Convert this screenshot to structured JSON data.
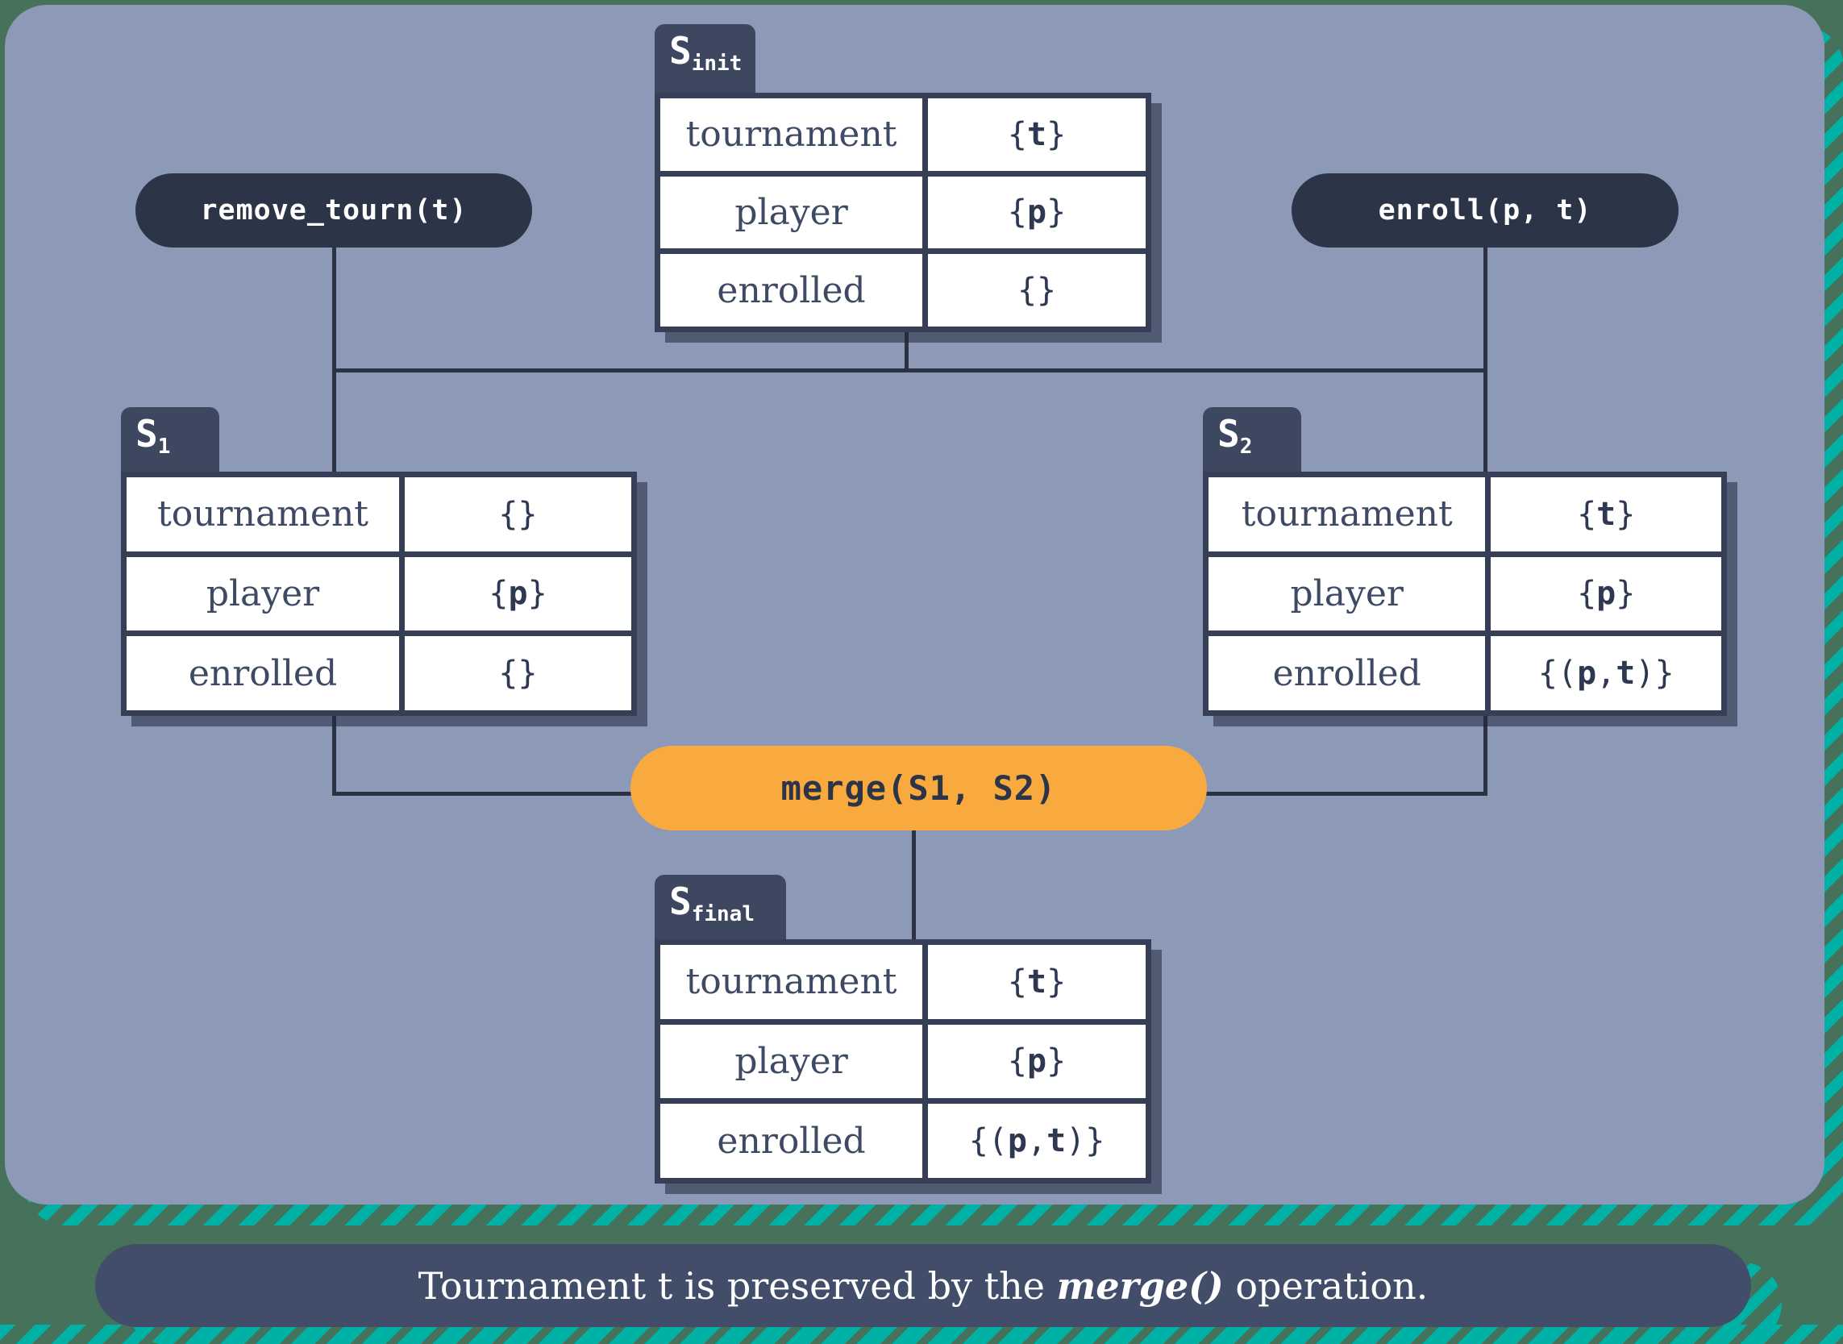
{
  "palette": {
    "background_green": "#46715a",
    "stripe_teal": "#00b2a6",
    "panel_blue": "#8c9ab8",
    "dark_slate": "#2c3447",
    "tab_slate": "#3d4760",
    "table_frame": "#363f56",
    "caption_slate": "#424e69",
    "accent_orange": "#f9aa3f",
    "cell_white": "#ffffff"
  },
  "operations": {
    "remove_tourn": "remove_tourn(t)",
    "enroll": "enroll(p, t)",
    "merge": "merge(S1, S2)"
  },
  "tables": {
    "s_init": {
      "label_main": "S",
      "label_sub": "init",
      "rows": [
        {
          "name": "tournament",
          "value": "{t}"
        },
        {
          "name": "player",
          "value": "{p}"
        },
        {
          "name": "enrolled",
          "value": "{}"
        }
      ]
    },
    "s1": {
      "label_main": "S",
      "label_sub": "1",
      "rows": [
        {
          "name": "tournament",
          "value": "{}"
        },
        {
          "name": "player",
          "value": "{p}"
        },
        {
          "name": "enrolled",
          "value": "{}"
        }
      ]
    },
    "s2": {
      "label_main": "S",
      "label_sub": "2",
      "rows": [
        {
          "name": "tournament",
          "value": "{t}"
        },
        {
          "name": "player",
          "value": "{p}"
        },
        {
          "name": "enrolled",
          "value": "{(p, t)}"
        }
      ]
    },
    "s_final": {
      "label_main": "S",
      "label_sub": "final",
      "rows": [
        {
          "name": "tournament",
          "value": "{t}"
        },
        {
          "name": "player",
          "value": "{p}"
        },
        {
          "name": "enrolled",
          "value": "{(p, t)}"
        }
      ]
    }
  },
  "caption": {
    "prefix": "Tournament t is preserved by the ",
    "highlight": "merge()",
    "suffix": " operation."
  }
}
